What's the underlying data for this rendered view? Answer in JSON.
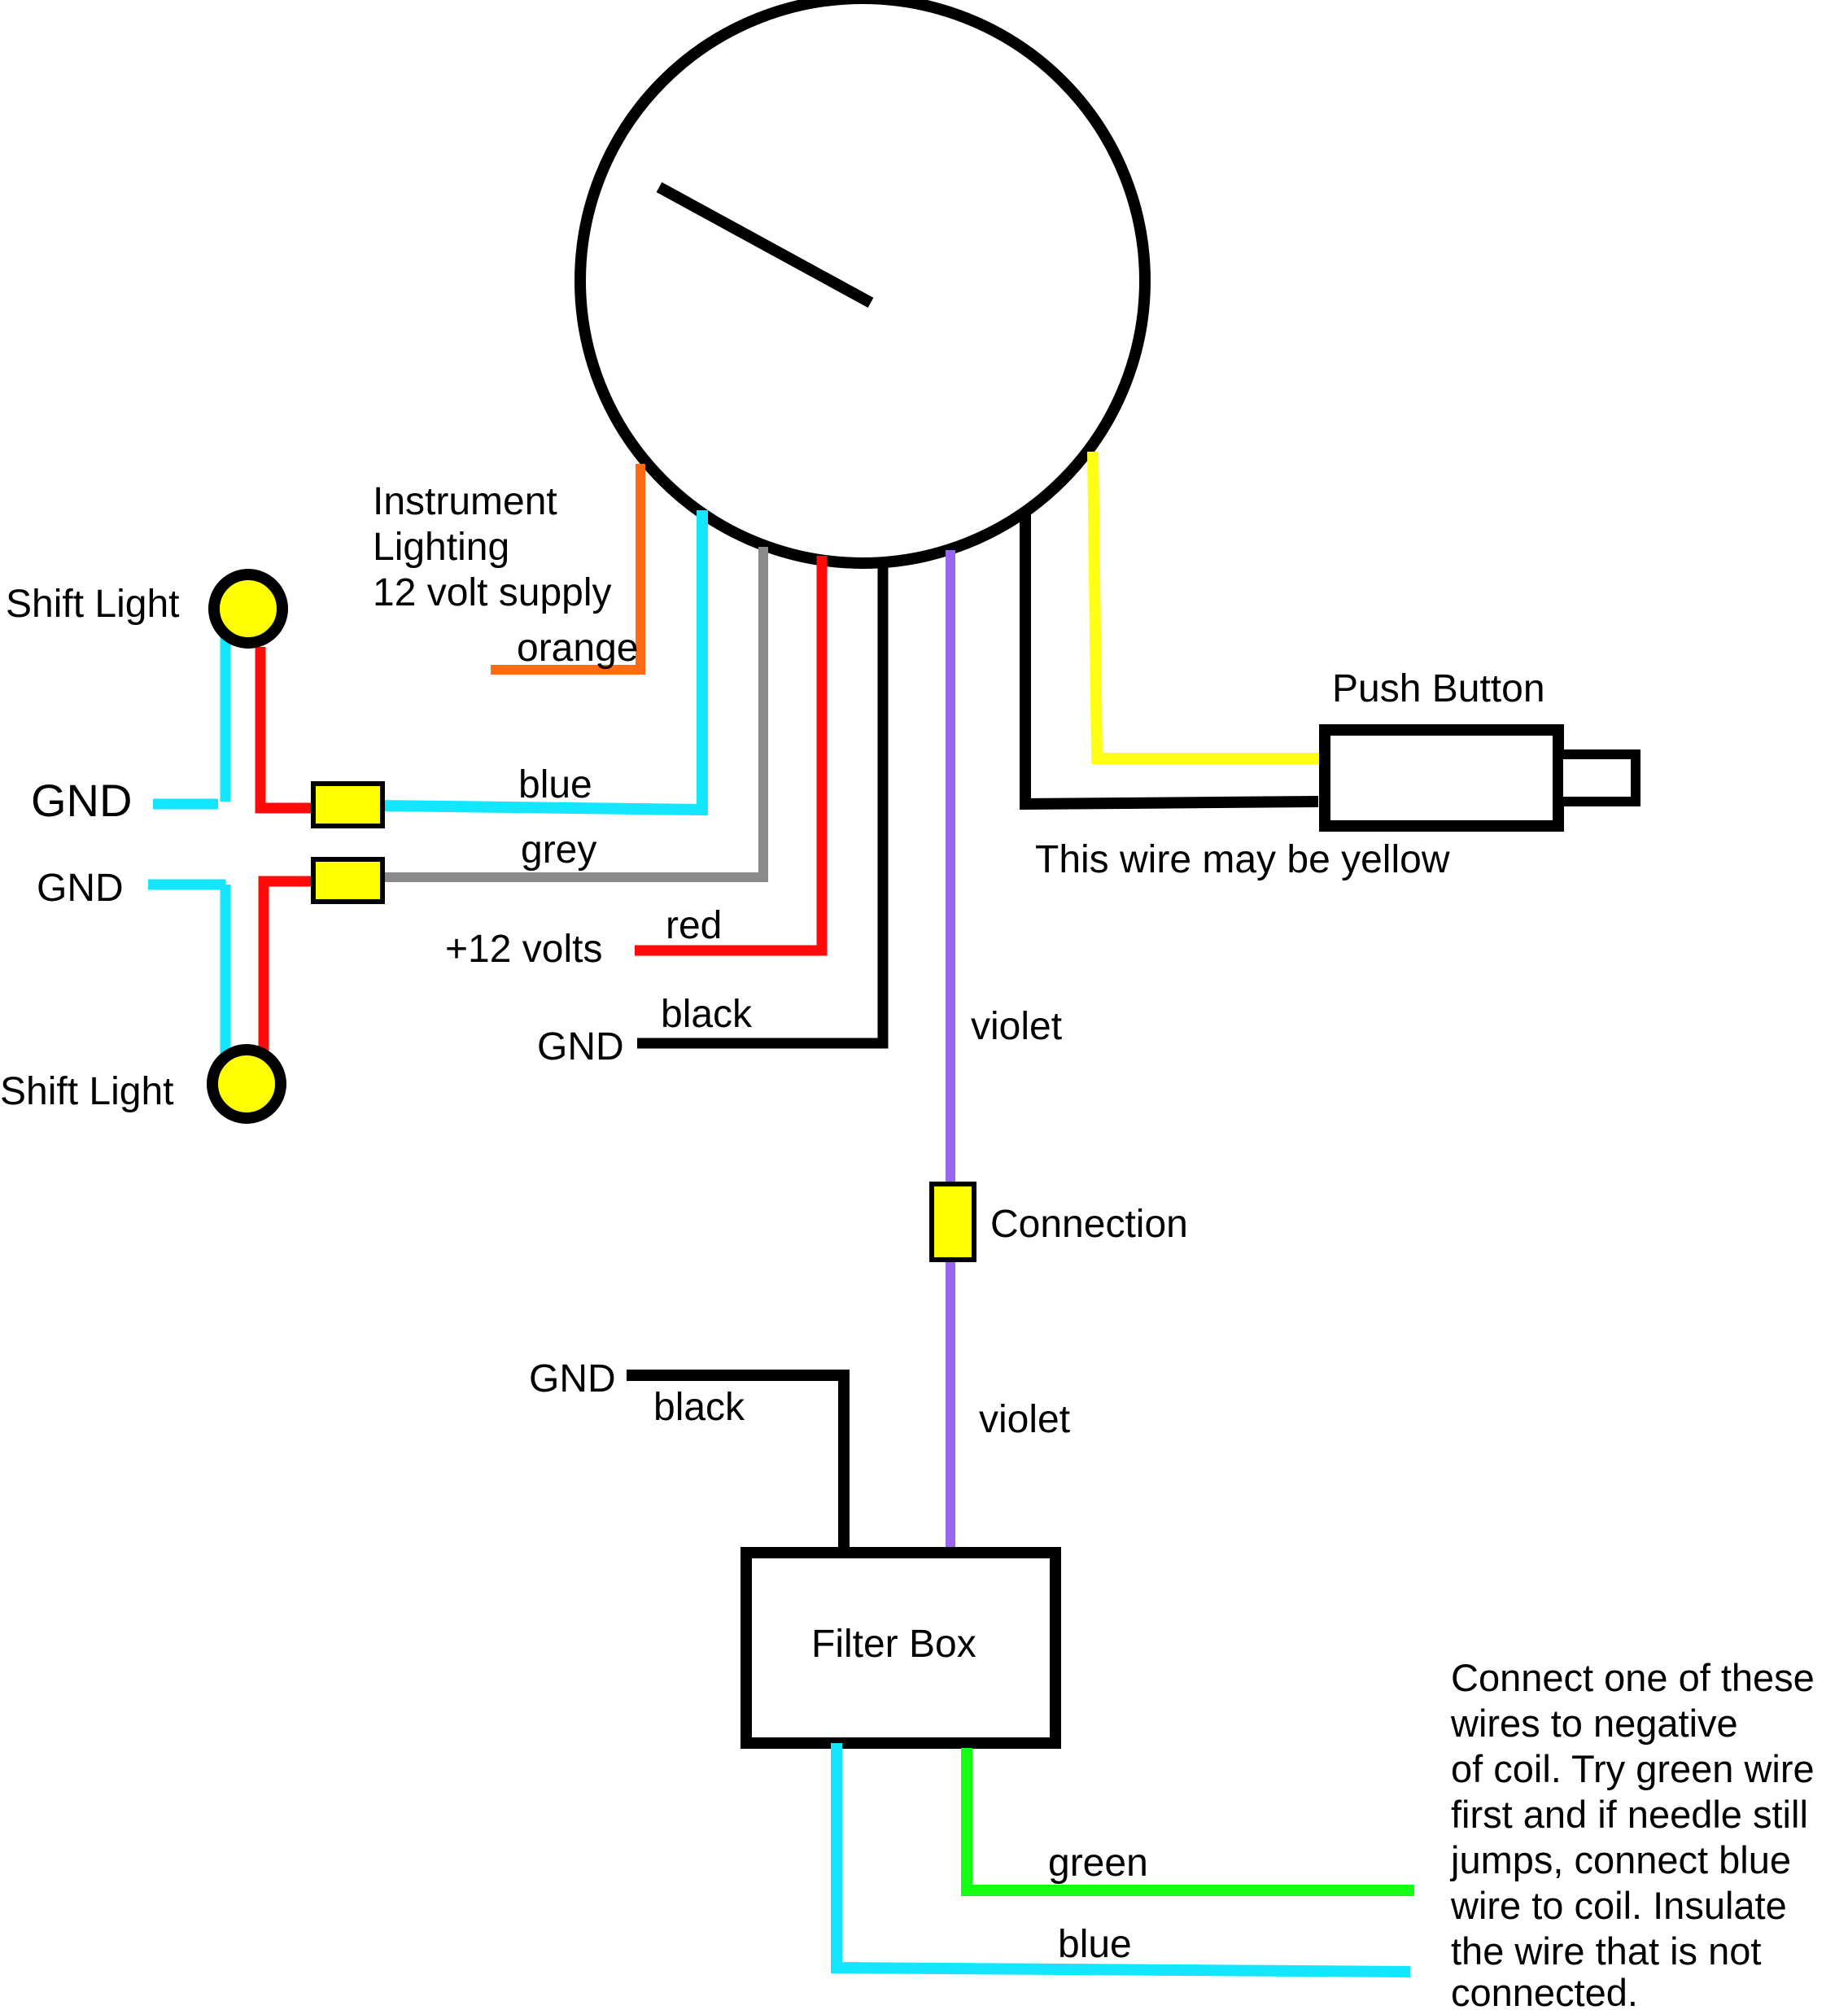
{
  "colors": {
    "background": "#ffffff",
    "outline": "#000000",
    "orange": "#ff6a14",
    "cyan": "#14e6ff",
    "grey": "#8a8a8a",
    "red": "#ff0a0a",
    "violet": "#9966ee",
    "yellow": "#ffff14",
    "green": "#14ff14",
    "lamp": "#ffff00"
  },
  "labels": {
    "instrument_lighting": [
      "Instrument",
      "Lighting",
      "12 volt supply"
    ],
    "orange": "orange",
    "shift_light_top": "Shift Light",
    "shift_light_bottom": "Shift Light",
    "gnd_top": "GND",
    "gnd_mid": "GND",
    "blue_top": "blue",
    "grey": "grey",
    "plus12": "+12 volts",
    "red": "red",
    "gnd_black": "GND",
    "black_top": "black",
    "violet_top": "violet",
    "connection": "Connection",
    "violet_bottom": "violet",
    "gnd_filter": "GND",
    "black_filter": "black",
    "filter_box": "Filter Box",
    "push_button": "Push Button",
    "yellow_note": "This wire may be yellow",
    "green": "green",
    "blue_bottom": "blue",
    "coil_note": [
      "Connect one of these",
      "wires to negative",
      "of coil.  Try green wire",
      "first and if needle still",
      "jumps, connect blue",
      "wire to coil.  Insulate",
      "the wire that is not",
      "connected."
    ]
  }
}
